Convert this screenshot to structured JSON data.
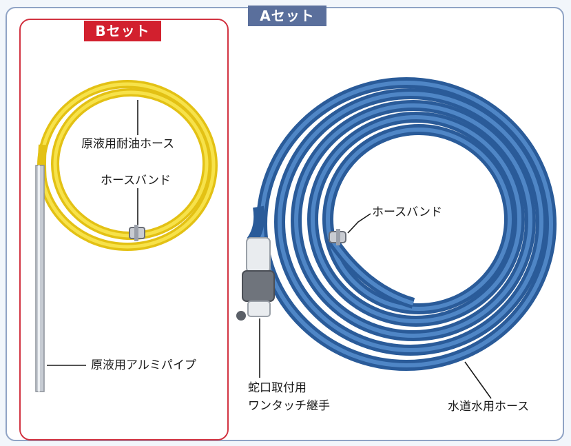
{
  "set_a": {
    "title": "Aセット",
    "hose_band_label": "ホースバンド",
    "faucet_joint_label_line1": "蛇口取付用",
    "faucet_joint_label_line2": "ワンタッチ継手",
    "water_hose_label": "水道水用ホース"
  },
  "set_b": {
    "title": "Bセット",
    "oil_hose_label": "原液用耐油ホース",
    "hose_band_label": "ホースバンド",
    "aluminum_pipe_label": "原液用アルミパイプ"
  },
  "colors": {
    "frame_a": "#8fa3c5",
    "tag_a": "#5a6f9c",
    "frame_b": "#d23341",
    "tag_b": "#d2202e",
    "blue_hose": "#3a6fb0",
    "yellow_hose": "#f2d21e"
  }
}
